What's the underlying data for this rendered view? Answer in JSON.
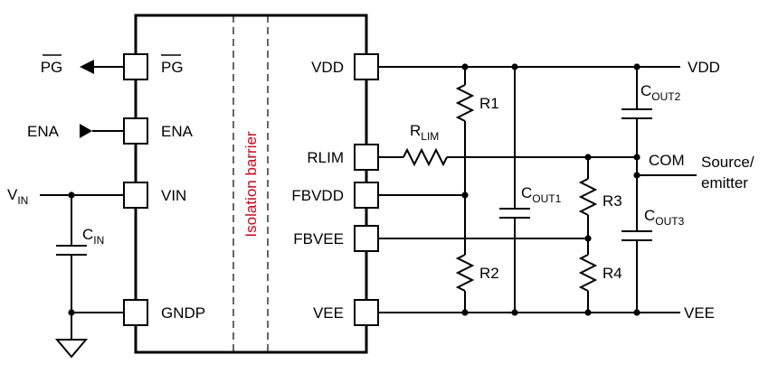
{
  "barrier_label": "Isolation barrier",
  "left_pins": {
    "pg": "PG",
    "ena": "ENA",
    "vin": "VIN",
    "gndp": "GNDP"
  },
  "right_pins": {
    "vdd": "VDD",
    "rlim": "RLIM",
    "fbvdd": "FBVDD",
    "fbvee": "FBVEE",
    "vee": "VEE"
  },
  "external": {
    "pg_out": "PG",
    "ena_in": "ENA",
    "vin_main": "V",
    "vin_sub": "IN",
    "cin_main": "C",
    "cin_sub": "IN",
    "rlim_main": "R",
    "rlim_sub": "LIM",
    "r1": "R1",
    "r2": "R2",
    "r3": "R3",
    "r4": "R4",
    "cout1_main": "C",
    "cout1_sub": "OUT1",
    "cout2_main": "C",
    "cout2_sub": "OUT2",
    "cout3_main": "C",
    "cout3_sub": "OUT3",
    "vdd_rail": "VDD",
    "com": "COM",
    "source_line1": "Source/",
    "source_line2": "emitter",
    "vee_rail": "VEE"
  }
}
